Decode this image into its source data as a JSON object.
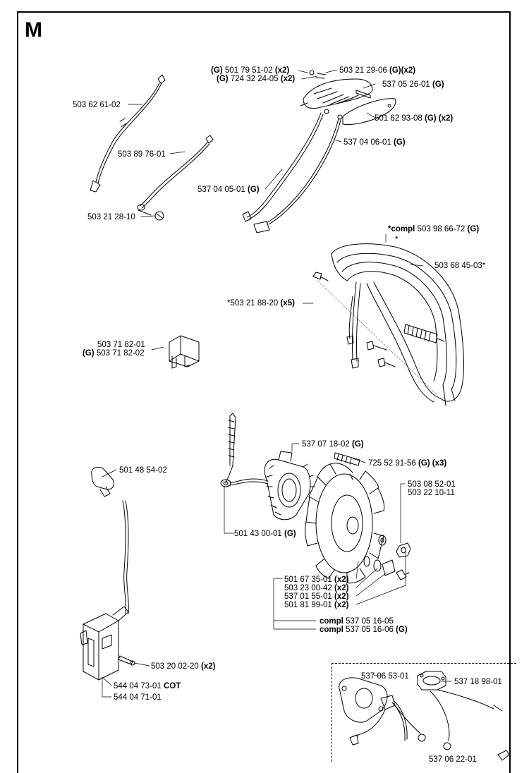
{
  "section": "M",
  "labels": {
    "p1a_pre": "(G)",
    "p1a_num": "501 79 51-02",
    "p1a_post": "(x2)",
    "p1b_pre": "(G)",
    "p1b_num": "724 32 24-05",
    "p1b_post": "(x2)",
    "p2_num": "503 21 29-06",
    "p2_post": "(G)(x2)",
    "p3_num": "537 05 26-01",
    "p3_post": "(G)",
    "p4_num": "503 62 61-02",
    "p5_num": "501 62 93-08",
    "p5_post": "(G) (x2)",
    "p6_num": "537 04 06-01",
    "p6_post": "(G)",
    "p7_num": "503 89 76-01",
    "p8_num": "537 04 05-01",
    "p8_post": "(G)",
    "p9_num": "503 21 28-10",
    "p10_pre": "*compl",
    "p10_num": "503 98 66-72",
    "p10_post": "(G)",
    "p10_star": "*",
    "p11_num": "503 68 45-03*",
    "p12_num": "*503 21 88-20",
    "p12_post": "(x5)",
    "p13a_num": "503 71 82-01",
    "p13b_pre": "(G)",
    "p13b_num": "503 71 82-02",
    "p14_num": "537 07 18-02",
    "p14_post": "(G)",
    "p15_num": "725 52 91-56",
    "p15_post": "(G) (x3)",
    "p16_num": "501 48 54-02",
    "p17a_num": "503 08 52-01",
    "p17b_num": "503 22 10-11",
    "p18_num": "501 43 00-01",
    "p18_post": "(G)",
    "p19a_num": "501 67 35-01",
    "p19a_post": "(x2)",
    "p19b_num": "503 23 00-42",
    "p19b_post": "(x2)",
    "p19c_num": "537 01 55-01",
    "p19c_post": "(x2)",
    "p19d_num": "501 81 99-01",
    "p19d_post": "(x2)",
    "p20a_pre": "compl",
    "p20a_num": "537 05 16-05",
    "p20b_pre": "compl",
    "p20b_num": "537 05 16-06",
    "p20b_post": "(G)",
    "p21_num": "503 20 02-20",
    "p21_post": "(x2)",
    "p22a_num": "544 04 73-01",
    "p22a_post": "COT",
    "p22b_num": "544 04 71-01",
    "p23_num": "537 06 53-01",
    "p24_num": "537 18 98-01",
    "p25_num": "537 06 22-01"
  }
}
